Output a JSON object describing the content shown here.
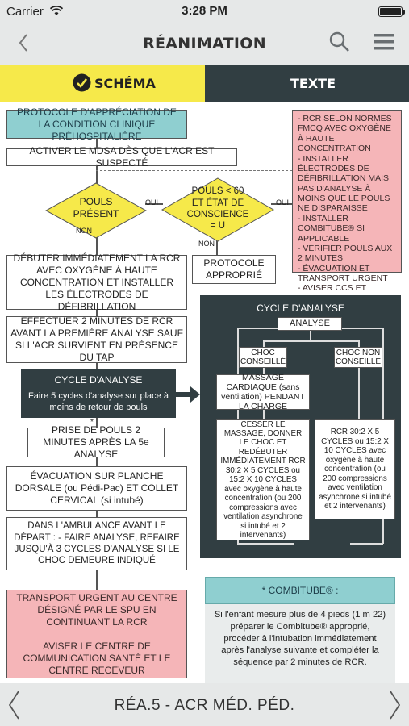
{
  "status_bar": {
    "carrier": "Carrier",
    "time": "3:28 PM"
  },
  "nav": {
    "title": "RÉANIMATION",
    "back_icon": "chevron-left-icon",
    "search_icon": "search-icon",
    "menu_icon": "hamburger-icon"
  },
  "tabs": {
    "schema": "SCHÉMA",
    "texte": "TEXTE"
  },
  "flow": {
    "protocole": "PROTOCOLE D'APPRÉCIATION DE LA CONDITION CLINIQUE PRÉHOSPITALIÈRE",
    "activer": "ACTIVER LE MDSA DÈS QUE L'ACR EST SUSPECTÉ",
    "pouls_present": "POULS PRÉSENT",
    "pouls_60": "POULS < 60 ET ÉTAT DE CONSCIENCE = U",
    "oui": "OUI",
    "non": "NON",
    "rcr_normes": "- RCR SELON NORMES FMCQ AVEC OXYGÈNE À HAUTE CONCENTRATION\n- INSTALLER ÉLECTRODES DE DÉFIBRILLATION MAIS PAS D'ANALYSE À MOINS QUE LE POULS NE DISPARAISSE\n- INSTALLER COMBITUBE® SI APPLICABLE\n- VÉRIFIER POULS AUX 2 MINUTES\n- ÉVACUATION ET TRANSPORT URGENT\n- AVISER CCS ET CENTRE RECEVEUR",
    "protocole_approprie": "PROTOCOLE APPROPRIÉ",
    "debuter": "DÉBUTER IMMÉDIATEMENT LA RCR AVEC OXYGÈNE À HAUTE CONCENTRATION ET INSTALLER LES ÉLECTRODES DE DÉFIBRILLATION",
    "effectuer": "EFFECTUER 2 MINUTES DE RCR AVANT LA PREMIÈRE ANALYSE SAUF SI L'ACR SURVIENT EN PRÉSENCE DU TAP",
    "cycle_title": "CYCLE D'ANALYSE",
    "cycle_text": "Faire 5 cycles d'analyse sur place à moins de retour de pouls",
    "prise_pouls": "PRISE DE POULS 2 MINUTES APRÈS LA 5e ANALYSE",
    "asterisk": "*",
    "evacuation": "ÉVACUATION SUR PLANCHE DORSALE (ou Pédi-Pac) ET COLLET CERVICAL (si intubé)",
    "ambulance": "DANS L'AMBULANCE AVANT LE DÉPART : - FAIRE ANALYSE, REFAIRE JUSQU'À 3 CYCLES D'ANALYSE SI LE CHOC DEMEURE INDIQUÉ",
    "transport": "TRANSPORT URGENT AU CENTRE DÉSIGNÉ PAR LE SPU EN CONTINUANT LA RCR\n\nAVISER LE CENTRE DE COMMUNICATION SANTÉ ET LE CENTRE RECEVEUR"
  },
  "cycle_panel": {
    "title": "CYCLE D'ANALYSE",
    "analyse": "ANALYSE",
    "choc_conseille": "CHOC CONSEILLÉ",
    "choc_non": "CHOC NON CONSEILLÉ",
    "massage": "MASSAGE CARDIAQUE (sans ventilation) PENDANT LA CHARGE",
    "cesser": "CESSER LE MASSAGE, DONNER LE CHOC ET REDÉBUTER IMMÉDIATEMENT RCR 30:2 X 5 CYCLES ou 15:2 X 10 CYCLES avec oxygène à haute concentration (ou 200 compressions avec ventilation asynchrone si intubé et 2 intervenants)",
    "rcr": "RCR 30:2 X 5 CYCLES ou 15:2 X 10 CYCLES avec oxygène à haute concentration (ou 200 compressions avec ventilation asynchrone si intubé et 2 intervenants)"
  },
  "combitube": {
    "title": "* COMBITUBE® :",
    "text": "Si l'enfant mesure plus de 4 pieds (1 m 22) préparer le Combitube® approprié, procéder à l'intubation immédiatement après l'analyse suivante et compléter la séquence par 2 minutes de RCR."
  },
  "footer": {
    "title": "RÉA.5 - ACR MÉD. PÉD."
  },
  "colors": {
    "yellow": "#f6e94a",
    "dark": "#313e42",
    "teal": "#8fcfd0",
    "pink": "#f5b5b8"
  }
}
